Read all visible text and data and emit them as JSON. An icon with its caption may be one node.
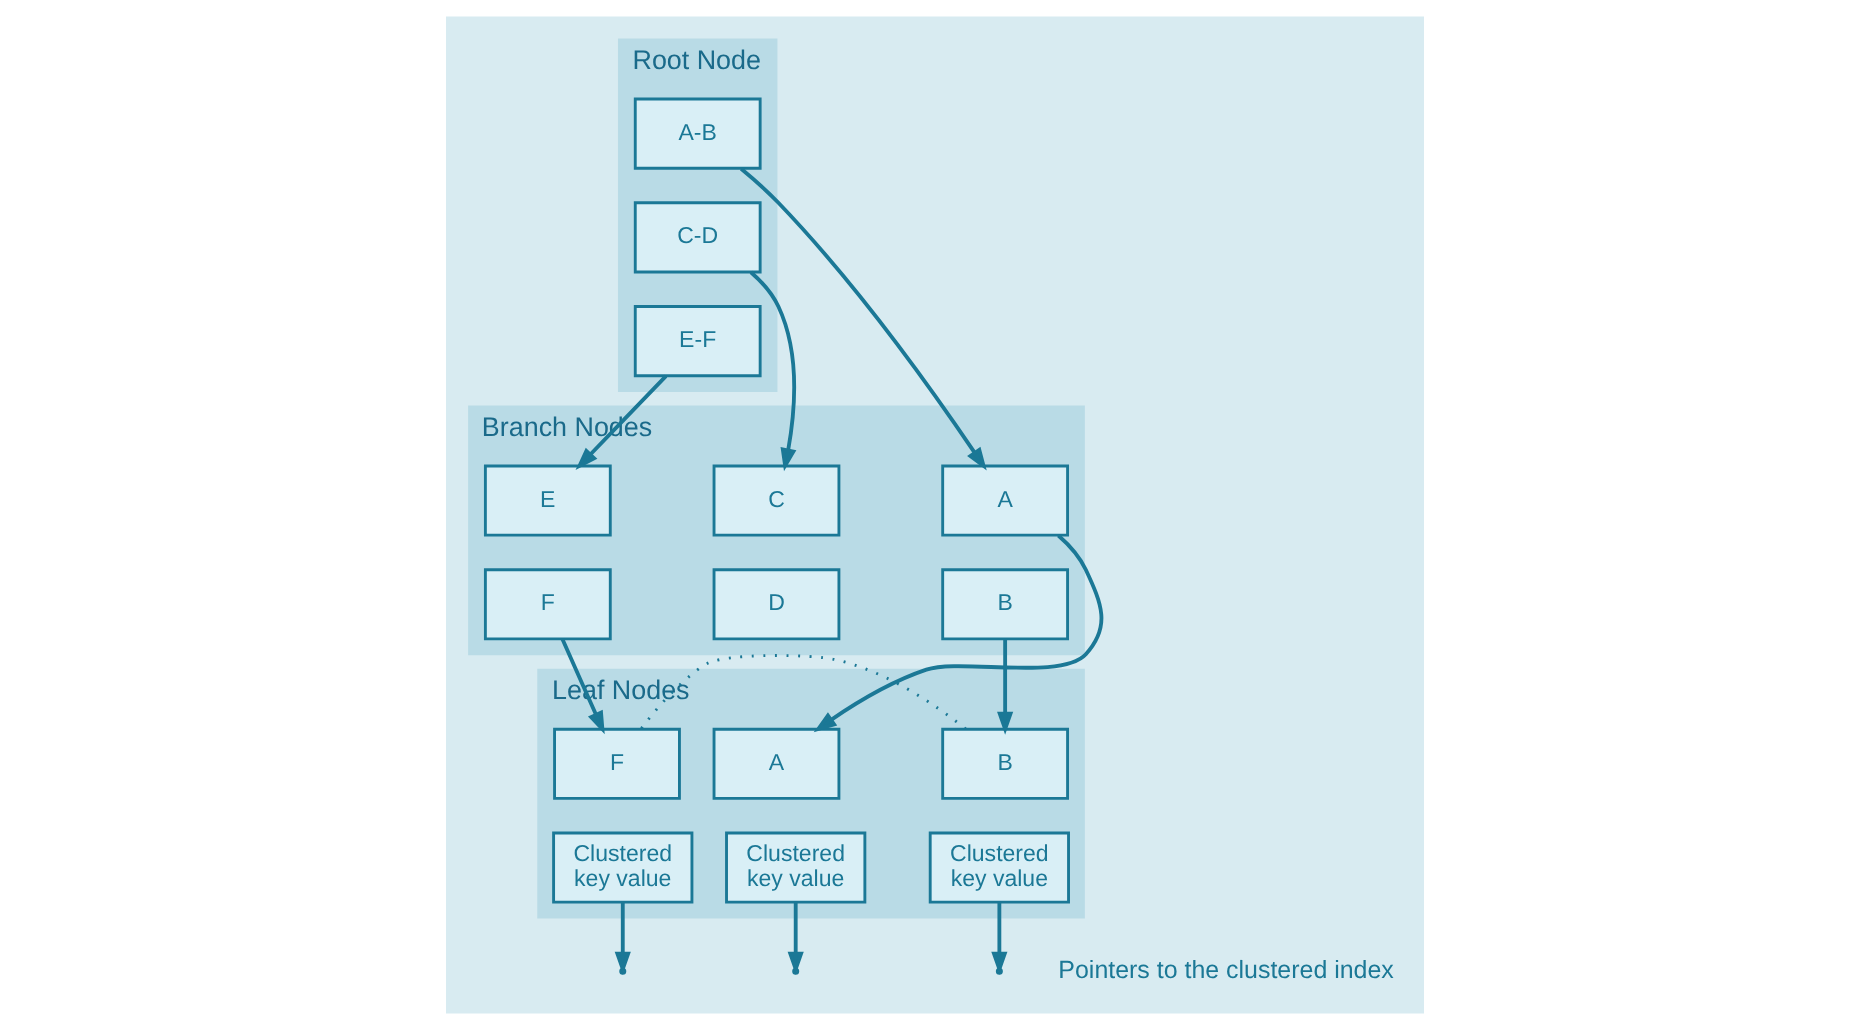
{
  "diagram": {
    "nodes": [
      {
        "text": [
          "Root Node"
        ]
      },
      {
        "text": [
          "A-B"
        ],
        "in": 0
      },
      {
        "text": [
          "C-D"
        ],
        "in": 0
      },
      {
        "text": [
          "E-F"
        ],
        "in": 0
      },
      {
        "text": [
          "Branch Nodes"
        ]
      },
      {
        "text": [
          "A"
        ],
        "in": 4
      },
      {
        "text": [
          "B"
        ],
        "in": 4
      },
      {
        "text": [
          "C"
        ],
        "in": 4
      },
      {
        "text": [
          "D"
        ],
        "in": 4
      },
      {
        "text": [
          "E"
        ],
        "in": 4
      },
      {
        "text": [
          "F"
        ],
        "in": 4
      },
      {
        "text": [
          "Leaf Nodes"
        ]
      },
      {
        "text": [
          "A"
        ],
        "in": 11
      },
      {
        "text": [
          "Clustered key value"
        ],
        "in": 11
      },
      {
        "text": [
          "B"
        ],
        "in": 11
      },
      {
        "text": [
          "Clustered key value"
        ],
        "in": 11
      },
      {
        "text": [
          "F"
        ],
        "in": 11
      },
      {
        "text": [
          "Clustered key value"
        ],
        "in": 11
      }
    ],
    "edges": [
      {
        "from": 1,
        "to": 5,
        "arrow": "to"
      },
      {
        "from": 2,
        "to": 7,
        "arrow": "to"
      },
      {
        "from": 3,
        "to": 9,
        "arrow": "to"
      },
      {
        "from": 5,
        "to": 12,
        "arrow": "to"
      },
      {
        "from": 6,
        "to": 14,
        "arrow": "to"
      },
      {
        "from": 10,
        "to": 16,
        "arrow": "to"
      },
      {
        "from": 14,
        "to": 16,
        "arrow": "none",
        "style": "dashed"
      },
      {
        "from": 13,
        "to": null,
        "arrow": "to"
      },
      {
        "from": 15,
        "to": null,
        "arrow": "to"
      },
      {
        "from": 17,
        "to": null,
        "arrow": "to"
      }
    ],
    "labels": [
      "Pointers to the clustered index"
    ]
  }
}
